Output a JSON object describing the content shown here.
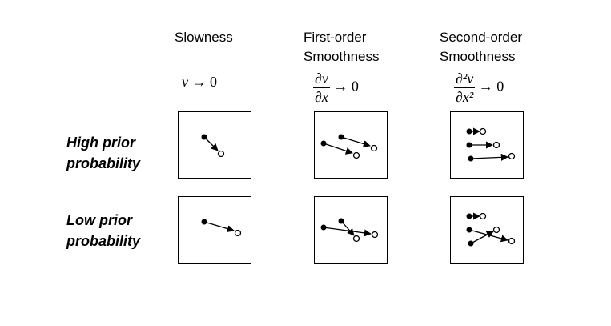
{
  "columns": [
    {
      "title_lines": [
        "Slowness"
      ],
      "condition": "v → 0"
    },
    {
      "title_lines": [
        "First-order",
        "Smoothness"
      ],
      "condition": "∂v/∂x → 0"
    },
    {
      "title_lines": [
        "Second-order",
        "Smoothness"
      ],
      "condition": "∂²v/∂x² → 0"
    }
  ],
  "rows": [
    {
      "label_lines": [
        "High prior",
        "probability"
      ]
    },
    {
      "label_lines": [
        "Low prior",
        "probability"
      ]
    }
  ],
  "formula_parts": {
    "slowness": {
      "var": "v",
      "arrow_zero": "→ 0"
    },
    "first": {
      "num": "∂v",
      "den": "∂x",
      "arrow_zero": "→ 0"
    },
    "second": {
      "num": "∂²v",
      "den": "∂x²",
      "arrow_zero": "→ 0"
    }
  },
  "colors": {
    "ink": "#000000",
    "background": "#ffffff"
  }
}
